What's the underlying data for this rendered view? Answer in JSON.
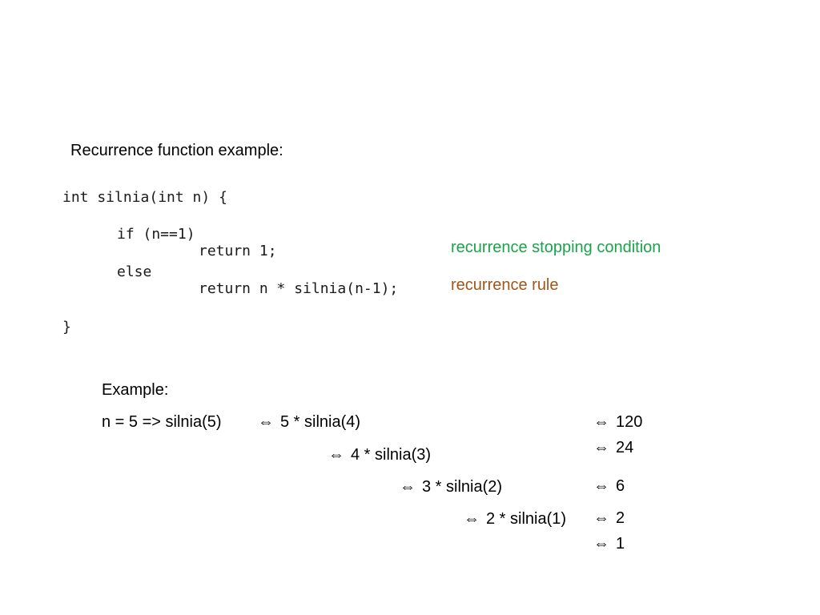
{
  "heading": "Recurrence function example:",
  "code": {
    "line1": "int silnia(int n) {",
    "line2": "if (n==1)",
    "line3": "return 1;",
    "line4": "else",
    "line5": "return n * silnia(n-1);",
    "line6": "}"
  },
  "annotations": {
    "stopping": "recurrence stopping condition",
    "stopping_color": "#1aa34a",
    "rule": "recurrence rule",
    "rule_color": "#a0561a"
  },
  "example": {
    "label": "Example:",
    "start": "n = 5 => silnia(5)",
    "arrow": "⇔",
    "steps": [
      "5 * silnia(4)",
      "4 * silnia(3)",
      "3 * silnia(2)",
      "2 * silnia(1)"
    ],
    "results": [
      "120",
      "24",
      "6",
      "2",
      "1"
    ]
  }
}
